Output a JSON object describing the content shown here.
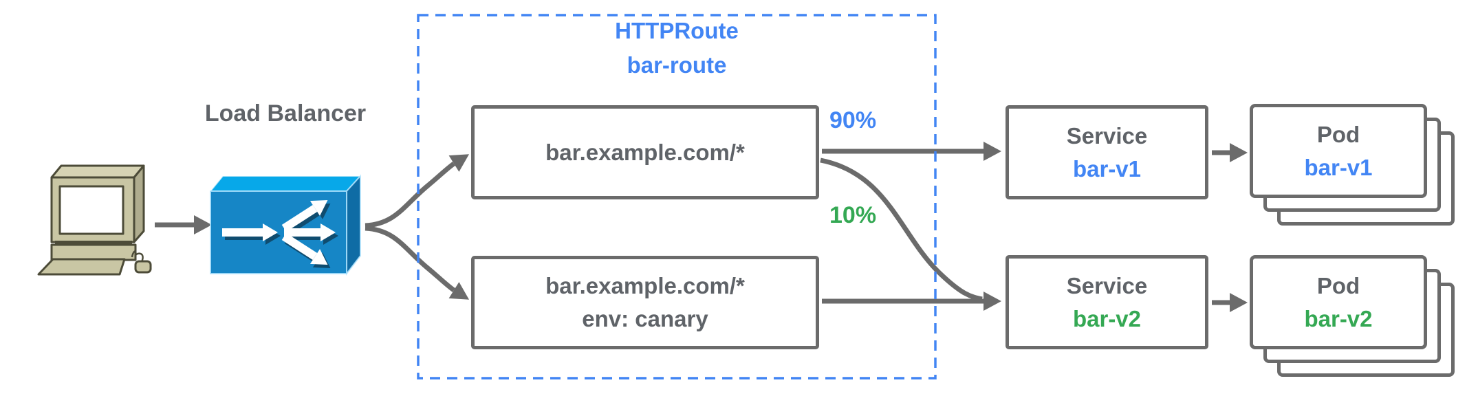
{
  "labels": {
    "load_balancer": "Load Balancer",
    "primary_weight": "90%",
    "canary_weight": "10%"
  },
  "httproute": {
    "kind": "HTTPRoute",
    "name": "bar-route"
  },
  "routes": [
    {
      "match": "bar.example.com/*"
    },
    {
      "match": "bar.example.com/*",
      "header_match": "env: canary"
    }
  ],
  "services": [
    {
      "kind": "Service",
      "name": "bar-v1"
    },
    {
      "kind": "Service",
      "name": "bar-v2"
    }
  ],
  "pods": [
    {
      "kind": "Pod",
      "name": "bar-v1",
      "stacked_cards": 3
    },
    {
      "kind": "Pod",
      "name": "bar-v2",
      "stacked_cards": 3
    }
  ],
  "colors": {
    "accent_blue": "#4285F4",
    "accent_green": "#34A853",
    "text_gray": "#5F6368",
    "line_gray": "#6B6B6B",
    "lb_top": "#07A8E9",
    "lb_front": "#1686C6",
    "lb_side": "#0F6CA5",
    "computer_body": "#C9C6A4"
  }
}
